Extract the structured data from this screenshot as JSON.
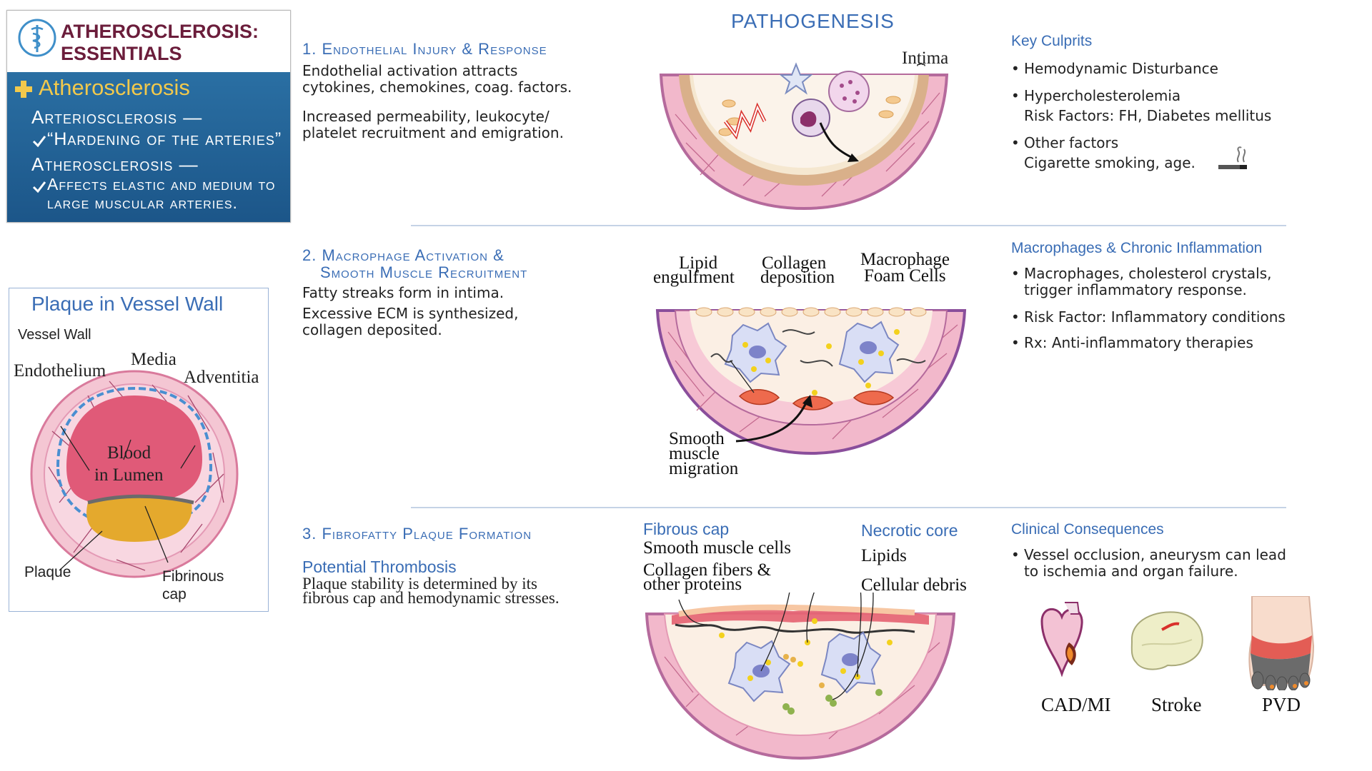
{
  "title_card": {
    "title_line1": "ATHEROSCLEROSIS:",
    "title_line2": "ESSENTIALS",
    "heading": "Atherosclerosis",
    "line1": "Arteriosclerosis —",
    "line2": "“Hardening of the arteries”",
    "line3": "Atherosclerosis —",
    "line4": "Affects elastic and medium to",
    "line5": "large muscular arteries.",
    "colors": {
      "header_text": "#6b1d3b",
      "panel_blue": "#1f5d93",
      "plus_gold": "#f2c94c"
    }
  },
  "plaque_box": {
    "heading": "Plaque in Vessel Wall",
    "vessel_wall": "Vessel Wall",
    "endothelium": "Endothelium",
    "media": "Media",
    "adventitia": "Adventitia",
    "blood_line1": "Blood",
    "blood_line2": "in Lumen",
    "plaque": "Plaque",
    "fibrinous_line1": "Fibrinous",
    "fibrinous_line2": "cap"
  },
  "pathogenesis_heading": "PATHOGENESIS",
  "step1": {
    "heading": "1. Endothelial Injury & Response",
    "text1_line1": "Endothelial activation attracts",
    "text1_line2": "cytokines, chemokines, coag. factors.",
    "text2_line1": "Increased permeability, leukocyte/",
    "text2_line2": "platelet recruitment and emigration.",
    "intima_label": "Intima"
  },
  "key_culprits": {
    "heading": "Key Culprits",
    "items": [
      {
        "line1": "Hemodynamic Disturbance",
        "line2": ""
      },
      {
        "line1": "Hypercholesterolemia",
        "line2": "Risk Factors: FH, Diabetes mellitus"
      },
      {
        "line1": "Other factors",
        "line2": "Cigarette smoking, age."
      }
    ]
  },
  "step2": {
    "heading_line1": "2. Macrophage Activation &",
    "heading_line2": "Smooth Muscle Recruitment",
    "text1": "Fatty streaks form in intima.",
    "text2_line1": "Excessive ECM is synthesized,",
    "text2_line2": "collagen deposited.",
    "lipid_line1": "Lipid",
    "lipid_line2": "engulfment",
    "collagen_line1": "Collagen",
    "collagen_line2": "deposition",
    "macro_line1": "Macrophage",
    "macro_line2": "Foam Cells",
    "smooth_line1": "Smooth",
    "smooth_line2": "muscle",
    "smooth_line3": "migration"
  },
  "macrophages": {
    "heading": "Macrophages & Chronic Inflammation",
    "items": [
      {
        "line1": "Macrophages, cholesterol crystals,",
        "line2": "trigger inflammatory response."
      },
      {
        "line1": "Risk Factor: Inflammatory conditions",
        "line2": ""
      },
      {
        "line1": "Rx: Anti-inflammatory therapies",
        "line2": ""
      }
    ]
  },
  "step3": {
    "heading": "3. Fibrofatty Plaque Formation",
    "subheading": "Potential Thrombosis",
    "text_line1": "Plaque stability is determined by its",
    "text_line2": "fibrous cap and hemodynamic stresses.",
    "fibrous_cap": "Fibrous cap",
    "smooth_cells": "Smooth muscle cells",
    "collagen_line1": "Collagen fibers &",
    "collagen_line2": "other proteins",
    "necrotic_core": "Necrotic core",
    "lipids": "Lipids",
    "cellular_debris": "Cellular debris"
  },
  "clinical": {
    "heading": "Clinical Consequences",
    "item_line1": "Vessel occlusion, aneurysm can lead",
    "item_line2": "to ischemia and organ failure.",
    "cad": "CAD/MI",
    "stroke": "Stroke",
    "pvd": "PVD"
  },
  "icons": [
    "caduceus-icon",
    "plus-icon",
    "checkmark-icon",
    "cigarette-icon",
    "heart-icon",
    "brain-icon",
    "foot-icon"
  ]
}
